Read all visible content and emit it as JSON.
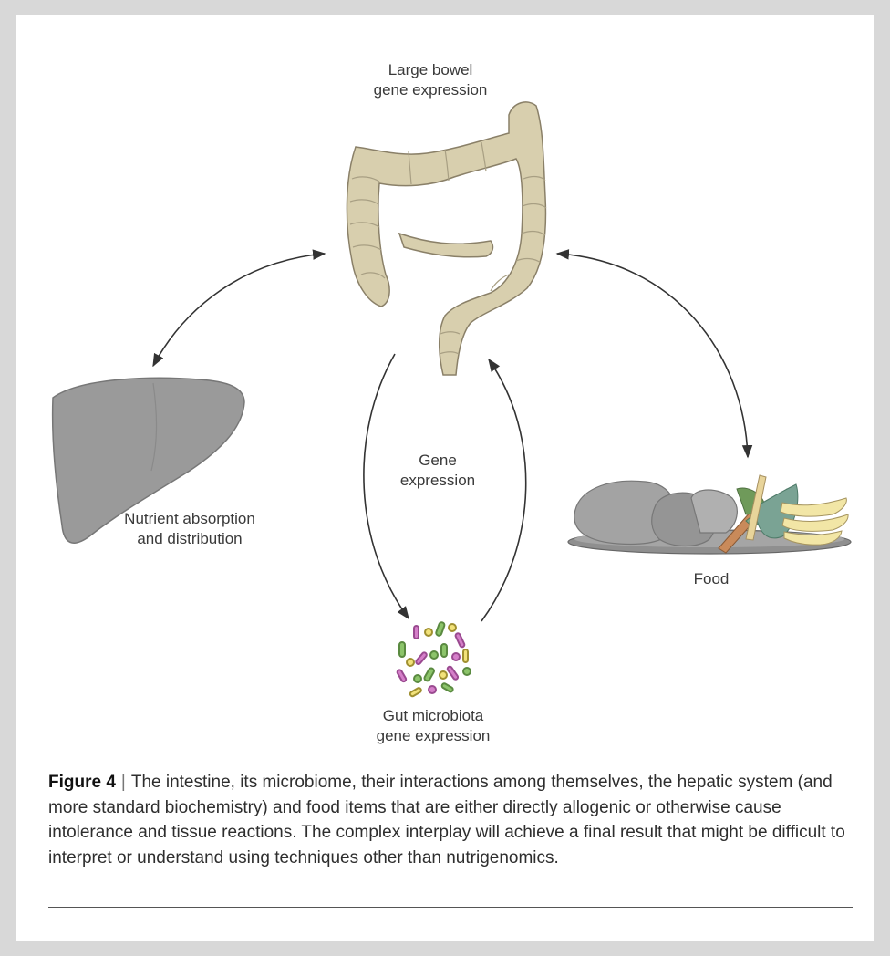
{
  "labels": {
    "large_bowel_1": "Large bowel",
    "large_bowel_2": "gene expression",
    "nutrient_1": "Nutrient absorption",
    "nutrient_2": "and distribution",
    "gene_1": "Gene",
    "gene_2": "expression",
    "food": "Food",
    "gut_1": "Gut microbiota",
    "gut_2": "gene expression"
  },
  "caption": {
    "figure_label": "Figure 4",
    "separator": "|",
    "text": "The intestine, its microbiome, their interactions among themselves, the hepatic system (and more standard biochemistry) and food items that are either directly allogenic or otherwise cause intolerance and tissue reactions. The complex interplay will achieve a final result that might be difficult to interpret or understand using techniques other than nutrigenomics."
  },
  "colors": {
    "colon": "#d8cfae",
    "liver": "#9a9a9a",
    "plate": "#8f8f8f",
    "banana": "#f2e6a6",
    "arrow": "#333333"
  },
  "icons": [
    "large-bowel-illustration",
    "liver-illustration",
    "food-plate-illustration",
    "gut-microbiota-illustration"
  ]
}
